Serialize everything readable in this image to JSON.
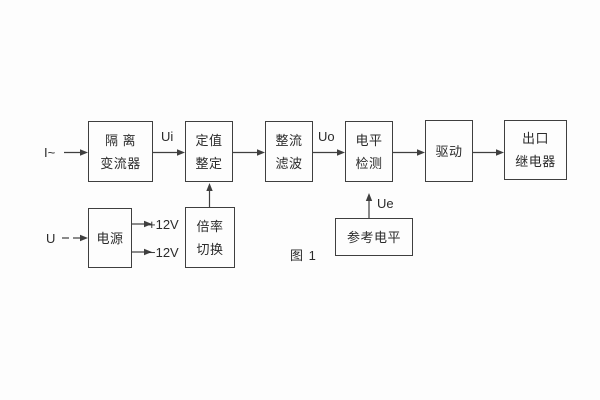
{
  "figure": {
    "caption": "图 1"
  },
  "colors": {
    "background": "#fdfdfd",
    "line": "#3f3f3f",
    "text": "#2b2b2b"
  },
  "inputs": {
    "current_input": "I~",
    "voltage_input": "U"
  },
  "signals": {
    "ui": "Ui",
    "uo": "Uo",
    "ue": "Ue",
    "plus_12v": "+12V",
    "minus_12v": "−12V"
  },
  "blocks": {
    "isolation_transformer": {
      "line1": "隔 离",
      "line2": "变流器"
    },
    "setting_adjustment": {
      "line1": "定值",
      "line2": "整定"
    },
    "rectifier_filter": {
      "line1": "整流",
      "line2": "滤波"
    },
    "level_detector": {
      "line1": "电平",
      "line2": "检测"
    },
    "driver": {
      "line1": "驱动"
    },
    "output_relay": {
      "line1": "出口",
      "line2": "继电器"
    },
    "power_supply": {
      "line1": "电源"
    },
    "ratio_switch": {
      "line1": "倍率",
      "line2": "切换"
    },
    "reference_level": {
      "line1": "参考电平"
    }
  }
}
